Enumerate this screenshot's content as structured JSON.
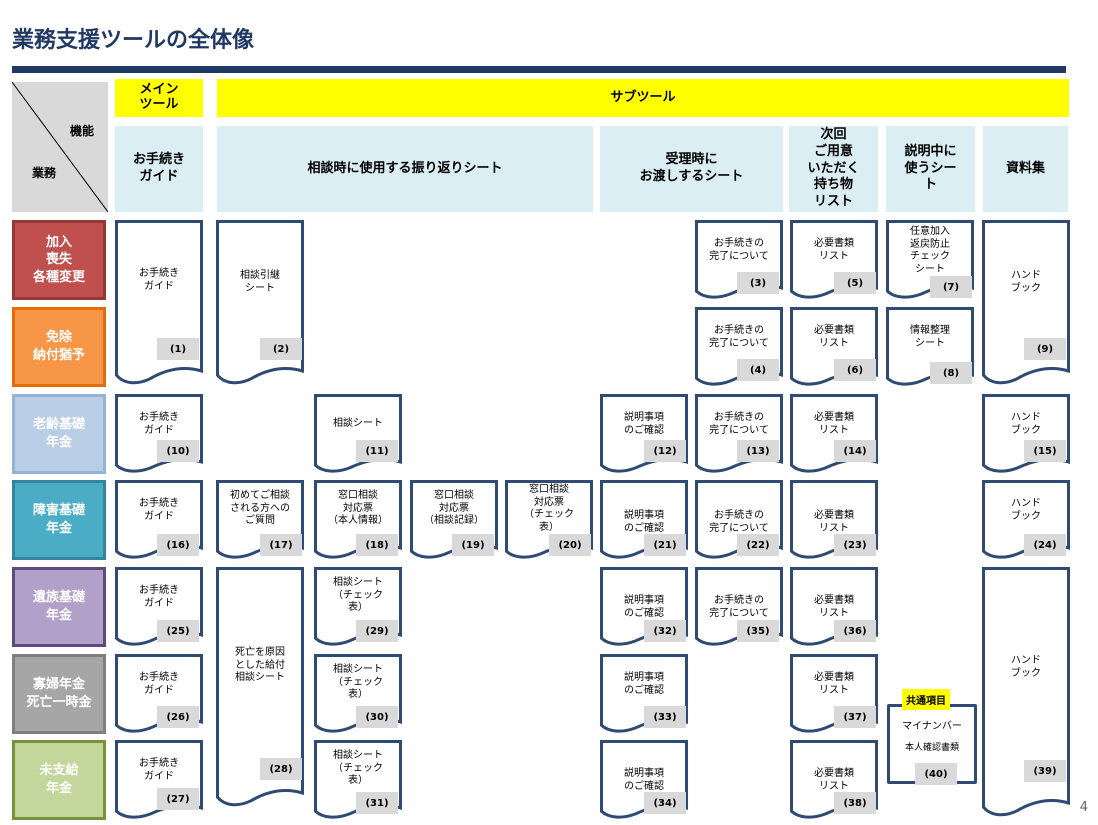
{
  "title": "業務支援ツールの全体像",
  "page_number": "4",
  "corner": {
    "function_label": "機能",
    "business_label": "業務"
  },
  "yellow_headers": {
    "main": "メイン\nツール",
    "sub": "サブツール"
  },
  "columns": [
    {
      "key": "guide",
      "label": "お手続き\nガイド"
    },
    {
      "key": "consult",
      "label": "相談時に使用する振り返りシート"
    },
    {
      "key": "handover",
      "label": "受理時に\nお渡しするシート"
    },
    {
      "key": "next",
      "label": "次回\nご用意\nいただく\n持ち物\nリスト"
    },
    {
      "key": "explain",
      "label": "説明中に\n使うシー\nト"
    },
    {
      "key": "materials",
      "label": "資料集"
    }
  ],
  "rows": [
    {
      "label": "加入\n喪失\n各種変更",
      "bg": "#c0504d",
      "border": "#953735"
    },
    {
      "label": "免除\n納付猶予",
      "bg": "#f79646",
      "border": "#e46c0a"
    },
    {
      "label": "老齢基礎\n年金",
      "bg": "#b9cde5",
      "border": "#95b3d7"
    },
    {
      "label": "障害基礎\n年金",
      "bg": "#4bacc6",
      "border": "#31859c"
    },
    {
      "label": "遺族基礎\n年金",
      "bg": "#b1a0c7",
      "border": "#604a7b"
    },
    {
      "label": "寡婦年金\n死亡一時金",
      "bg": "#a6a6a6",
      "border": "#7f7f7f"
    },
    {
      "label": "未支給\n年金",
      "bg": "#c3d69b",
      "border": "#77933c"
    }
  ],
  "docs": [
    {
      "label": "お手続き\nガイド",
      "num": "(1)"
    },
    {
      "label": "相談引継\nシート",
      "num": "(2)"
    },
    {
      "label": "お手続きの\n完了について",
      "num": "(3)"
    },
    {
      "label": "お手続きの\n完了について",
      "num": "(4)"
    },
    {
      "label": "必要書類\nリスト",
      "num": "(5)"
    },
    {
      "label": "必要書類\nリスト",
      "num": "(6)"
    },
    {
      "label": "任意加入\n返戻防止\nチェック\nシート",
      "num": "(7)"
    },
    {
      "label": "情報整理\nシート",
      "num": "(8)"
    },
    {
      "label": "ハンド\nブック",
      "num": "(9)"
    },
    {
      "label": "お手続き\nガイド",
      "num": "(10)"
    },
    {
      "label": "相談シート",
      "num": "(11)"
    },
    {
      "label": "説明事項\nのご確認",
      "num": "(12)"
    },
    {
      "label": "お手続きの\n完了について",
      "num": "(13)"
    },
    {
      "label": "必要書類\nリスト",
      "num": "(14)"
    },
    {
      "label": "ハンド\nブック",
      "num": "(15)"
    },
    {
      "label": "お手続き\nガイド",
      "num": "(16)"
    },
    {
      "label": "初めてご相談\nされる方への\nご質問",
      "num": "(17)"
    },
    {
      "label": "窓口相談\n対応票\n（本人情報）",
      "num": "(18)"
    },
    {
      "label": "窓口相談\n対応票\n（相談記録）",
      "num": "(19)"
    },
    {
      "label": "窓口相談\n対応票\n（チェック\n表）",
      "num": "(20)"
    },
    {
      "label": "説明事項\nのご確認",
      "num": "(21)"
    },
    {
      "label": "お手続きの\n完了について",
      "num": "(22)"
    },
    {
      "label": "必要書類\nリスト",
      "num": "(23)"
    },
    {
      "label": "ハンド\nブック",
      "num": "(24)"
    },
    {
      "label": "お手続き\nガイド",
      "num": "(25)"
    },
    {
      "label": "お手続き\nガイド",
      "num": "(26)"
    },
    {
      "label": "お手続き\nガイド",
      "num": "(27)"
    },
    {
      "label": "死亡を原因\nとした給付\n相談シート",
      "num": "(28)"
    },
    {
      "label": "相談シート\n（チェック\n表）",
      "num": "(29)"
    },
    {
      "label": "相談シート\n（チェック\n表）",
      "num": "(30)"
    },
    {
      "label": "相談シート\n（チェック\n表）",
      "num": "(31)"
    },
    {
      "label": "説明事項\nのご確認",
      "num": "(32)"
    },
    {
      "label": "説明事項\nのご確認",
      "num": "(33)"
    },
    {
      "label": "説明事項\nのご確認",
      "num": "(34)"
    },
    {
      "label": "お手続きの\n完了について",
      "num": "(35)"
    },
    {
      "label": "必要書類\nリスト",
      "num": "(36)"
    },
    {
      "label": "必要書類\nリスト",
      "num": "(37)"
    },
    {
      "label": "必要書類\nリスト",
      "num": "(38)"
    },
    {
      "label": "ハンド\nブック",
      "num": "(39)"
    }
  ],
  "common_item": {
    "tag": "共通項目",
    "line1": "マイナンバー",
    "line2": "本人確認書類",
    "num": "(40)"
  },
  "colors": {
    "doc_border": "#2f4a73",
    "title": "#1f3864",
    "header_yellow": "#ffff00",
    "header_blue": "#daeef3"
  }
}
